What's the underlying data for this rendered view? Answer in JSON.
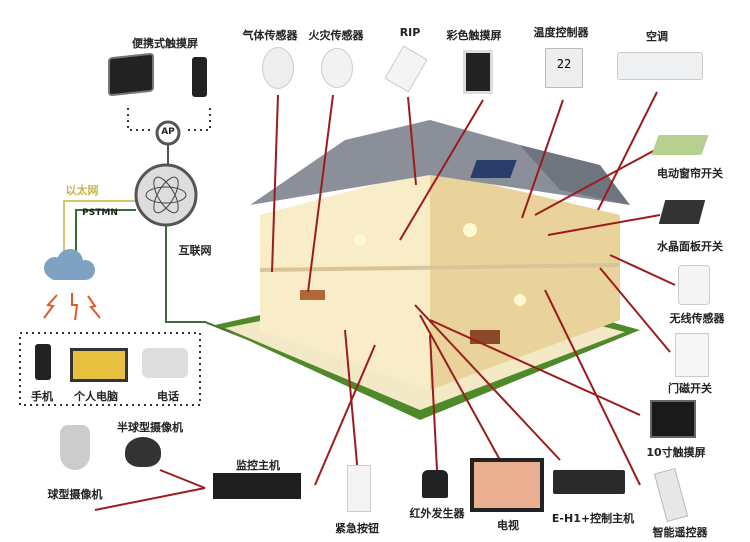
{
  "top_devices": {
    "portable_touchscreen": "便携式触摸屏",
    "gas_sensor": "气体传感器",
    "fire_sensor": "火灾传感器",
    "rip": "RIP",
    "color_touchscreen": "彩色触摸屏",
    "temperature_controller": "温度控制器",
    "temperature_display": "22",
    "air_conditioner": "空调"
  },
  "network": {
    "ap": "AP",
    "ethernet": "以太网",
    "pstmn": "PSTMN",
    "internet": "互联网",
    "mobile": "手机",
    "pc": "个人电脑",
    "telephone": "电话"
  },
  "right_devices": {
    "curtain_switch": "电动窗帘开关",
    "crystal_panel_switch": "水晶面板开关",
    "wireless_sensor": "无线传感器",
    "door_sensor": "门磁开关",
    "touchscreen_10in": "10寸触摸屏",
    "smart_remote": "智能遥控器"
  },
  "bottom_devices": {
    "controller_host": "E-H1+控制主机",
    "tv": "电视",
    "ir_emitter": "红外发生器",
    "emergency_button": "紧急按钮",
    "monitor_host": "监控主机",
    "dome_camera": "球型摄像机",
    "half_dome_camera": "半球型摄像机"
  },
  "colors": {
    "link_line": "#9b1c1c",
    "ethernet_line": "#d8c46a",
    "pstmn_line": "#3d6b3d",
    "lawn": "#4f8a2a"
  }
}
